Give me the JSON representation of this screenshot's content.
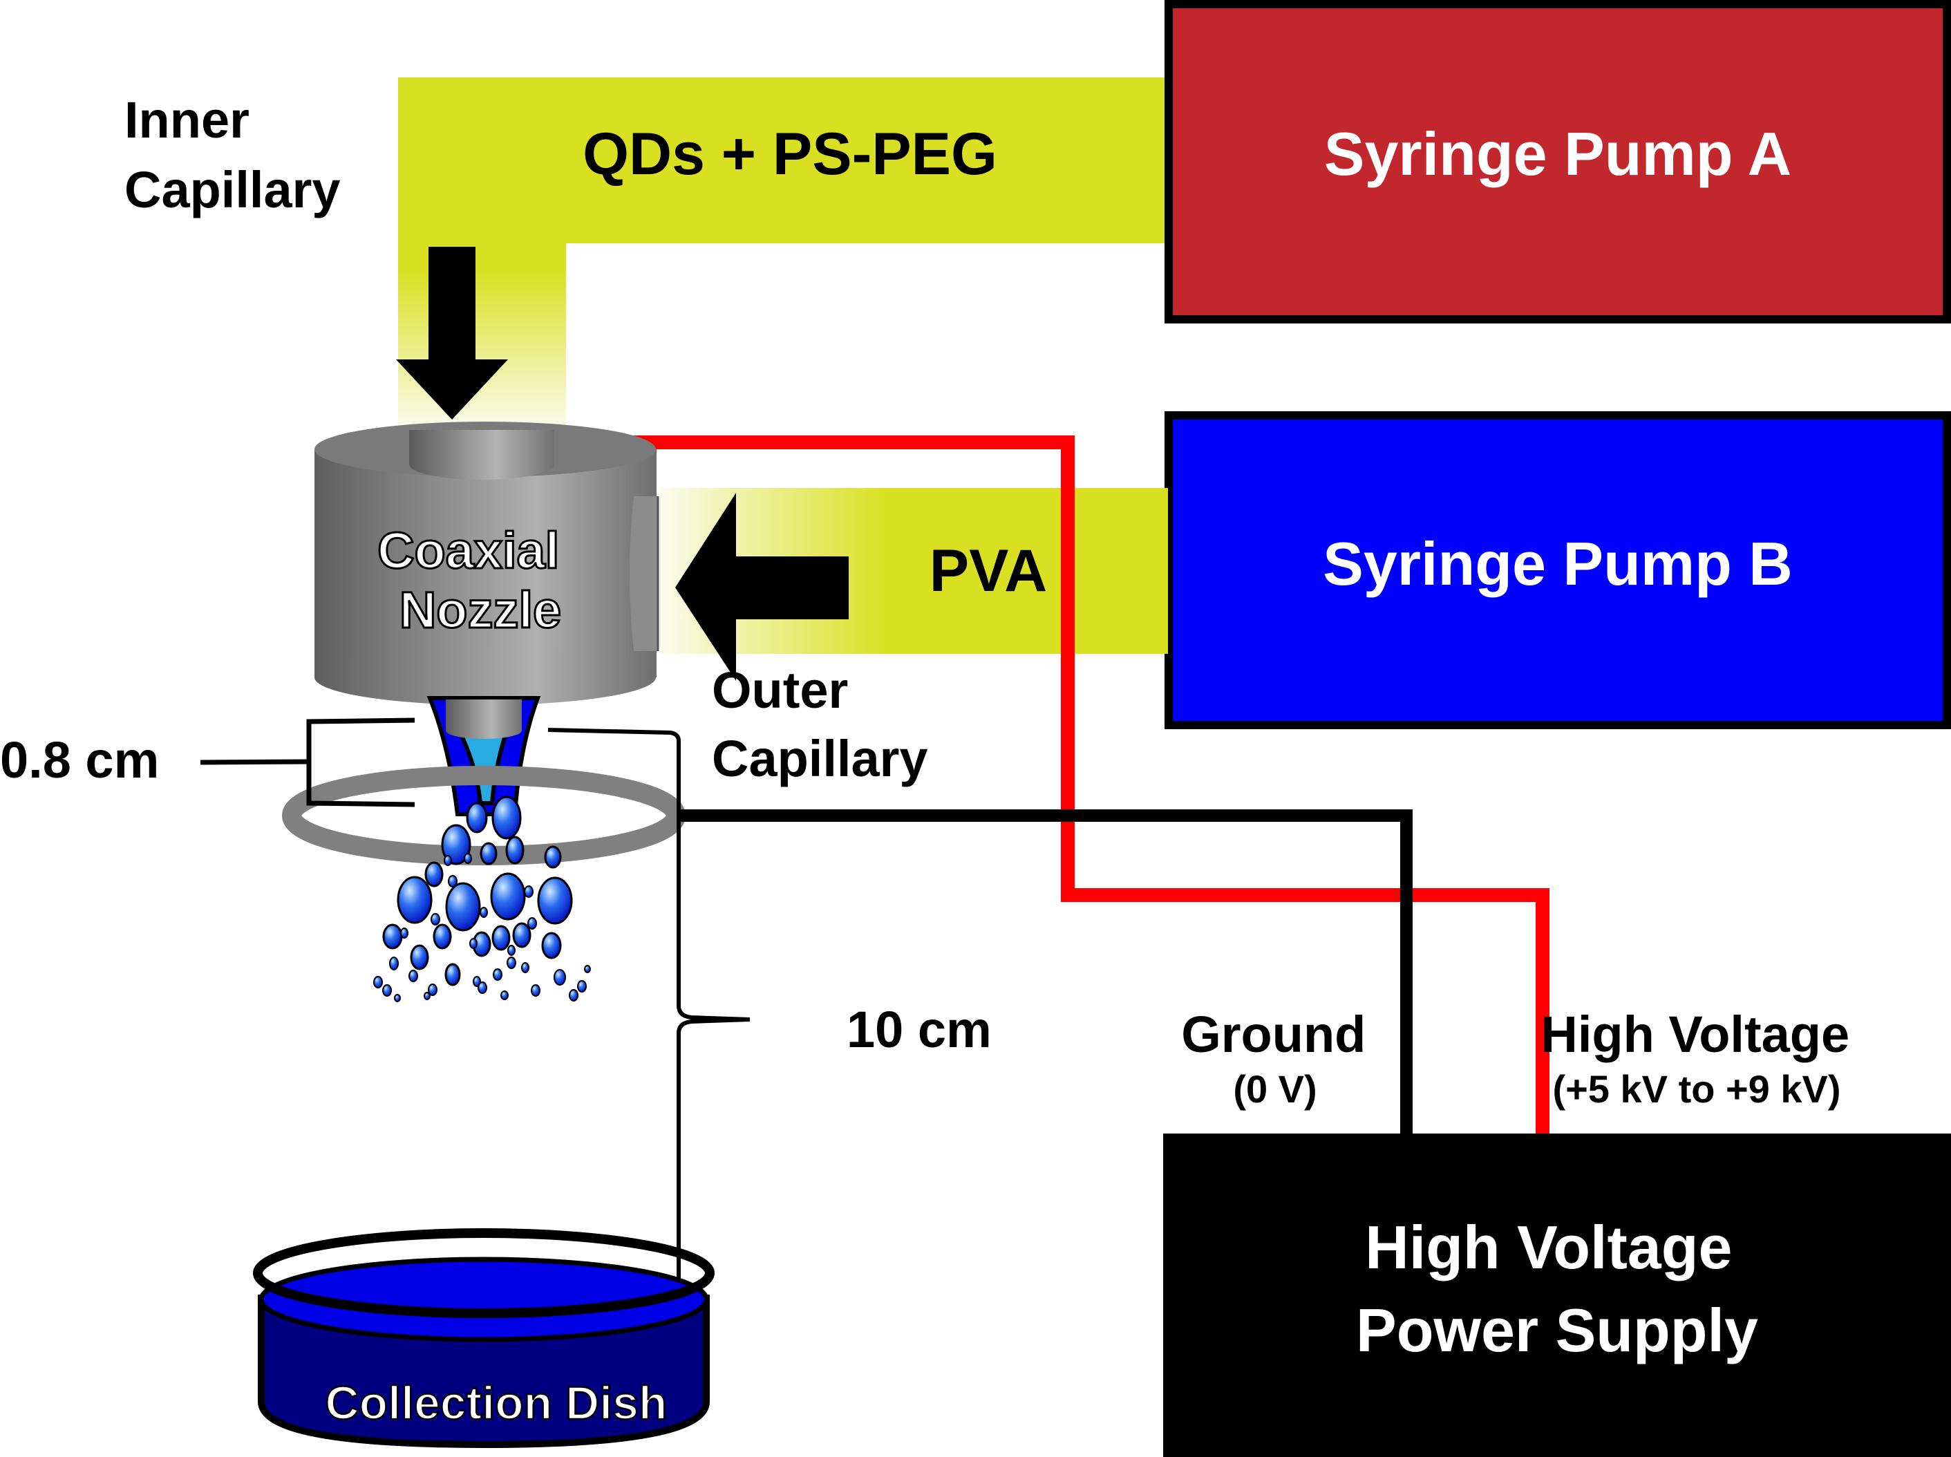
{
  "colors": {
    "tube_yellow": "#d9e021",
    "pump_a": "#c1272d",
    "pump_b": "#0000ff",
    "power_supply": "#000000",
    "high_voltage_wire": "#ff0000",
    "ground_wire": "#000000",
    "nozzle_gray": "#999999",
    "ring_gray": "#808080",
    "liquid_blue": "#0000ee",
    "inner_liquid": "#29abe2"
  },
  "labels": {
    "inner_capillary_line1": "Inner",
    "inner_capillary_line2": "Capillary",
    "inner_solution": "QDs + PS-PEG",
    "outer_solution": "PVA",
    "outer_capillary_line1": "Outer",
    "outer_capillary_line2": "Capillary",
    "nozzle_line1": "Coaxial",
    "nozzle_line2": "Nozzle",
    "ring_distance": "0.8 cm",
    "collector_distance": "10 cm",
    "collection_dish": "Collection Dish",
    "ground_line1": "Ground",
    "ground_line2": "(0 V)",
    "hv_line1": "High Voltage",
    "hv_line2": "(+5 kV to +9 kV)"
  },
  "components": {
    "pump_a": "Syringe Pump A",
    "pump_b": "Syringe Pump B",
    "power_supply_line1": "High Voltage",
    "power_supply_line2": "Power Supply"
  }
}
